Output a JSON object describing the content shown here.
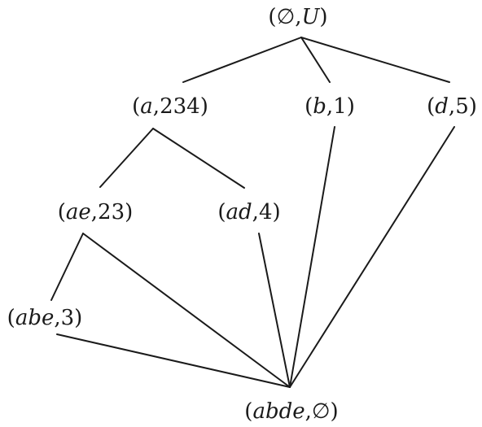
{
  "nodes": [
    {
      "id": "root",
      "vars": "∅",
      "rest": "U",
      "rest_italic": true
    },
    {
      "id": "a",
      "vars": "a",
      "rest": "234",
      "rest_italic": false
    },
    {
      "id": "b",
      "vars": "b",
      "rest": "1",
      "rest_italic": false
    },
    {
      "id": "d",
      "vars": "d",
      "rest": "5",
      "rest_italic": false
    },
    {
      "id": "ae",
      "vars": "ae",
      "rest": "23",
      "rest_italic": false
    },
    {
      "id": "ad",
      "vars": "ad",
      "rest": "4",
      "rest_italic": false
    },
    {
      "id": "abe",
      "vars": "abe",
      "rest": "3",
      "rest_italic": false
    },
    {
      "id": "abde",
      "vars": "abde",
      "rest": "∅",
      "rest_italic": false
    }
  ],
  "edges": [
    [
      "root",
      "a"
    ],
    [
      "root",
      "b"
    ],
    [
      "root",
      "d"
    ],
    [
      "a",
      "ae"
    ],
    [
      "a",
      "ad"
    ],
    [
      "ae",
      "abe"
    ],
    [
      "ae",
      "abde"
    ],
    [
      "ad",
      "abde"
    ],
    [
      "b",
      "abde"
    ],
    [
      "d",
      "abde"
    ],
    [
      "abe",
      "abde"
    ]
  ]
}
